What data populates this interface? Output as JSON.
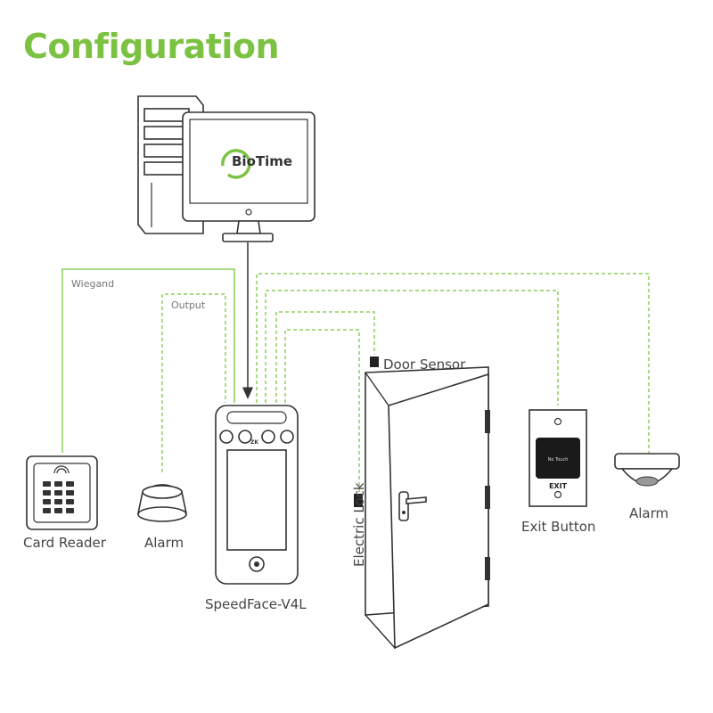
{
  "title": "Configuration",
  "brand": {
    "accent": "#7cc242",
    "line_color": "#8bcf5a",
    "outline": "#333333"
  },
  "monitor": {
    "logo_text": "BioTime"
  },
  "connections": {
    "wiegand": "Wiegand",
    "output": "Output"
  },
  "devices": {
    "card_reader": "Card Reader",
    "alarm_left": "Alarm",
    "terminal": "SpeedFace-V4L",
    "door_sensor": "Door Sensor",
    "electric_lock": "Electric Lock",
    "exit_button": "Exit Button",
    "exit_button_top": "No Touch",
    "exit_button_text": "EXIT",
    "alarm_right": "Alarm"
  }
}
